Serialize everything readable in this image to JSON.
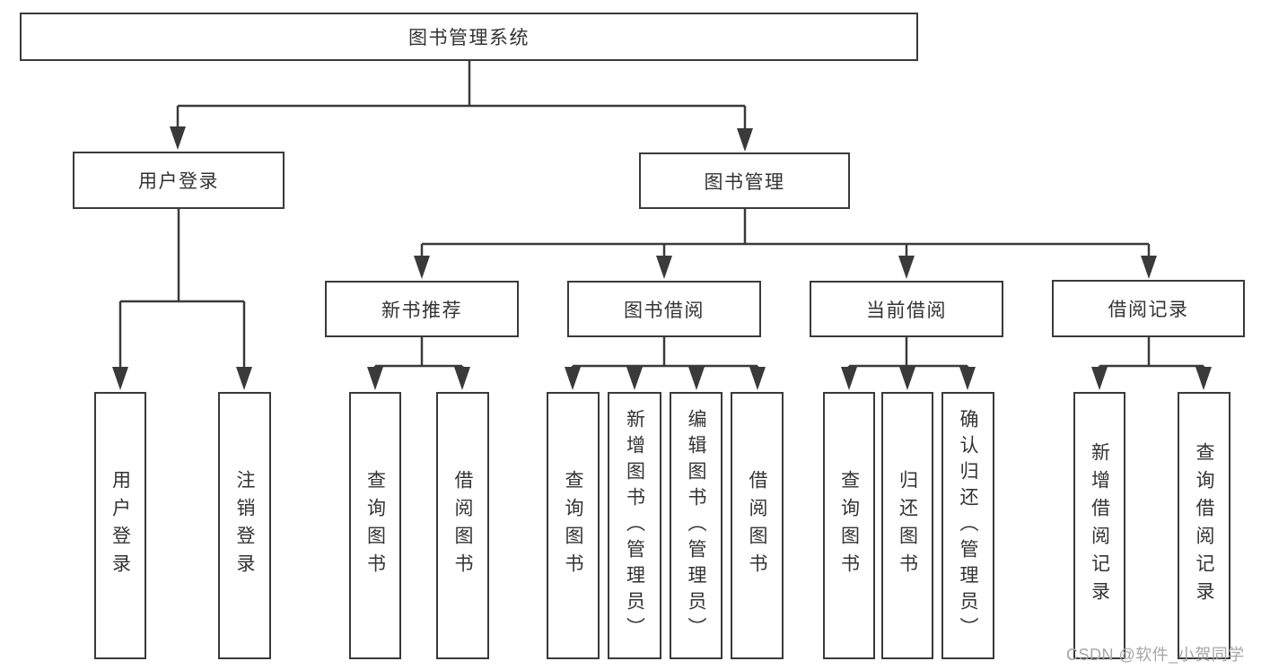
{
  "diagram": {
    "root_label": "图书管理系统",
    "level1": [
      {
        "label": "用户登录",
        "children": [
          "用户登录",
          "注销登录"
        ]
      },
      {
        "label": "图书管理",
        "children": [
          {
            "label": "新书推荐",
            "children": [
              "查询图书",
              "借阅图书"
            ]
          },
          {
            "label": "图书借阅",
            "children": [
              "查询图书",
              "新增图书（管理员）",
              "编辑图书（管理员）",
              "借阅图书"
            ]
          },
          {
            "label": "当前借阅",
            "children": [
              "查询图书",
              "归还图书",
              "确认归还（管理员）"
            ]
          },
          {
            "label": "借阅记录",
            "children": [
              "新增借阅记录",
              "查询借阅记录"
            ]
          }
        ]
      }
    ],
    "watermark": "CSDN @软件_小贺同学",
    "colors": {
      "line": "#3a3a3a",
      "text": "#333333",
      "watermark": "#a6a6a6",
      "background": "#ffffff"
    }
  }
}
